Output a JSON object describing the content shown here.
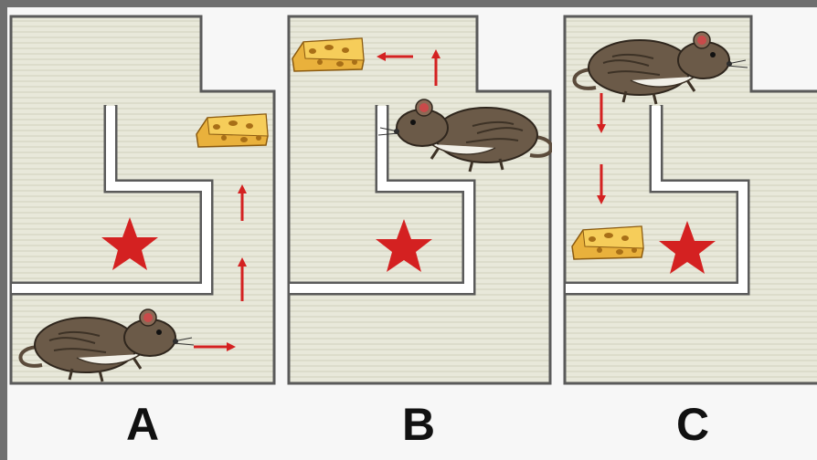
{
  "panels": [
    {
      "id": "A",
      "label": "A"
    },
    {
      "id": "B",
      "label": "B"
    },
    {
      "id": "C",
      "label": "C"
    }
  ],
  "colors": {
    "floor": "#e8e8da",
    "floor_line": "#d9d9c8",
    "wall": "#5a5a5a",
    "arrow": "#d42121",
    "star": "#d42121",
    "cheese": "#e9b13c",
    "mouse": "#6b5a48"
  }
}
